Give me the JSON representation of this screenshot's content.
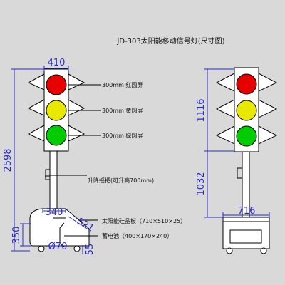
{
  "title": "JD-303太阳能移动信号灯(尺寸图)",
  "dimensions": {
    "head_width": "410",
    "total_height": "2598",
    "side_head_height": "1116",
    "side_pole_height": "1032",
    "side_base_width": "716",
    "panel_width": "340",
    "panel_depth": "521",
    "base_height": "350",
    "wheel_diameter": "Ø70",
    "wheel_offset": "55"
  },
  "labels": {
    "red": "300mm 红圆屏",
    "yellow": "300mm 黄圆屏",
    "green": "300mm 绿圆屏",
    "crank": "升降摇把(可升高700mm)",
    "panel": "太阳能硅晶板（710×510×25）",
    "battery": "蓄电池（400×170×240）"
  },
  "colors": {
    "red": "#e60000",
    "yellow": "#e8e800",
    "green": "#00cc00",
    "dimension": "#2a2acc"
  }
}
